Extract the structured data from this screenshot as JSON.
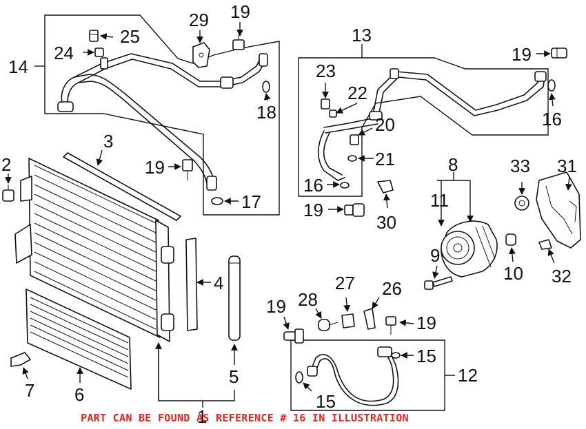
{
  "callouts": {
    "c1": "1",
    "c2": "2",
    "c3": "3",
    "c4": "4",
    "c5": "5",
    "c6": "6",
    "c7": "7",
    "c8": "8",
    "c9": "9",
    "c10": "10",
    "c11": "11",
    "c12": "12",
    "c13": "13",
    "c14": "14",
    "c15a": "15",
    "c15b": "15",
    "c16a": "16",
    "c16b": "16",
    "c17": "17",
    "c18": "18",
    "c19a": "19",
    "c19b": "19",
    "c19c": "19",
    "c19d": "19",
    "c19e": "19",
    "c19f": "19",
    "c20": "20",
    "c21": "21",
    "c22": "22",
    "c23": "23",
    "c24": "24",
    "c25": "25",
    "c26": "26",
    "c27": "27",
    "c28": "28",
    "c29": "29",
    "c30": "30",
    "c31": "31",
    "c32": "32",
    "c33": "33"
  },
  "note": {
    "text": "PART CAN BE FOUND AS REFERENCE # 16 IN ILLUSTRATION",
    "color": "#e52620"
  }
}
